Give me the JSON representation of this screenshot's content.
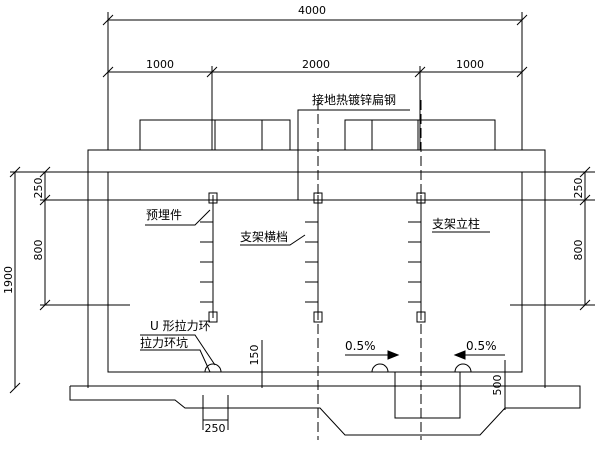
{
  "dimensions": {
    "total_width": "4000",
    "left_span": "1000",
    "middle_span": "2000",
    "right_span": "1000",
    "top_offset_left": "250",
    "top_offset_right": "250",
    "left_spacing": "800",
    "right_spacing": "800",
    "total_height": "1900",
    "small_gap": "150",
    "bottom_width": "250",
    "bottom_depth": "500"
  },
  "labels": {
    "flat_steel": "接地热镀锌扁钢",
    "embedded": "预埋件",
    "crossbar": "支架横档",
    "post": "支架立柱",
    "u_ring": "U 形拉力环",
    "pull_pit": "拉力环坑",
    "slope_left": "0.5%",
    "slope_right": "0.5%"
  }
}
